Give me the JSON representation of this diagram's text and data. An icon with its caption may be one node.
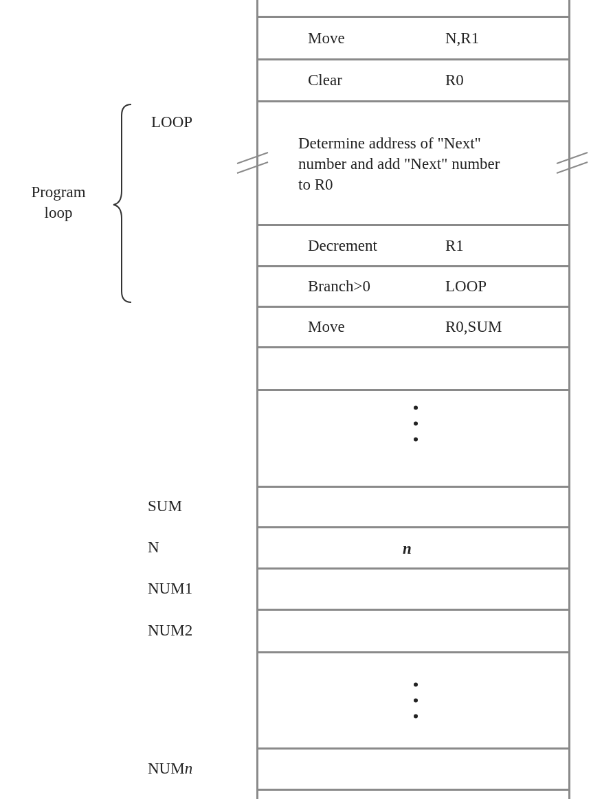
{
  "diagram": {
    "nodes": [
      {
        "text": [
          "Move",
          "N,R1"
        ]
      },
      {
        "text": [
          "Clear",
          "R0"
        ]
      },
      {
        "text": [
          "Determine address of \"Next\" number and add \"Next\" number to R0"
        ]
      },
      {
        "text": [
          "Decrement",
          "R1"
        ]
      },
      {
        "text": [
          "Branch>0",
          "LOOP"
        ]
      },
      {
        "text": [
          "Move",
          "R0,SUM"
        ]
      },
      {
        "text": [],
        "shape": "box"
      },
      {
        "text": [],
        "shape": "box"
      },
      {
        "text": [],
        "shape": "box"
      },
      {
        "text": [
          "n"
        ]
      },
      {
        "text": [],
        "shape": "box"
      },
      {
        "text": [],
        "shape": "box"
      },
      {
        "text": [],
        "shape": "box"
      },
      {
        "text": [],
        "shape": "box"
      }
    ],
    "labels": [
      "LOOP",
      "Program loop",
      "SUM",
      "N",
      "NUM1",
      "NUM2",
      "NUMn"
    ]
  }
}
